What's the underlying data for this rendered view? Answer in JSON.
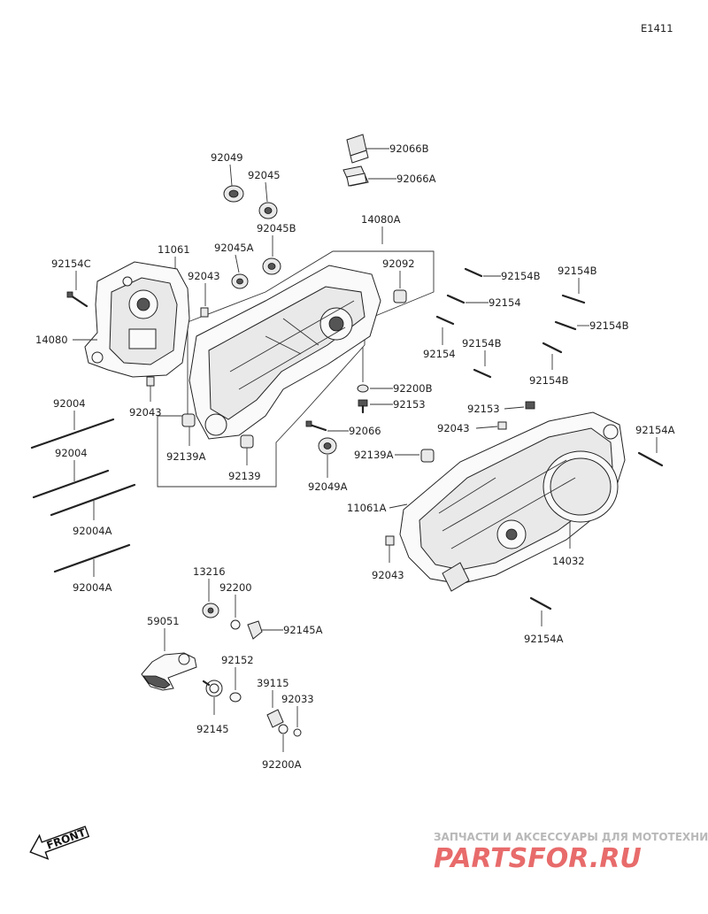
{
  "diagram_code": "E1411",
  "front_label": "FRONT",
  "watermark": {
    "line1": "ЗАПЧАСТИ И АКСЕССУАРЫ ДЛЯ МОТОТЕХНИКИ",
    "line2": "PARTSFOR.RU"
  },
  "labels": {
    "p92049": "92049",
    "p92045": "92045",
    "p92066B": "92066B",
    "p92066A": "92066A",
    "p92045B": "92045B",
    "p14080A": "14080A",
    "p11061": "11061",
    "p92045A": "92045A",
    "p92154C": "92154C",
    "p92043a": "92043",
    "p92092": "92092",
    "p14080": "14080",
    "p92043b": "92043",
    "p92200B": "92200B",
    "p92153a": "92153",
    "p92066": "92066",
    "p92139A": "92139A",
    "p92139": "92139",
    "p92049A": "92049A",
    "p92004a": "92004",
    "p92004b": "92004",
    "p92004A1": "92004A",
    "p92004A2": "92004A",
    "p92154Ba": "92154B",
    "p92154Bb": "92154B",
    "p92154a": "92154",
    "p92154Bc": "92154B",
    "p92154b": "92154",
    "p92154Bd": "92154B",
    "p92154Be": "92154B",
    "p92153b": "92153",
    "p92043c": "92043",
    "p92154Aa": "92154A",
    "p92139Ab": "92139A",
    "p11061A": "11061A",
    "p92043d": "92043",
    "p14032": "14032",
    "p92154Ab": "92154A",
    "p13216": "13216",
    "p92200": "92200",
    "p59051": "59051",
    "p92145A": "92145A",
    "p92152": "92152",
    "p39115": "39115",
    "p92033": "92033",
    "p92145": "92145",
    "p92200A": "92200A"
  }
}
